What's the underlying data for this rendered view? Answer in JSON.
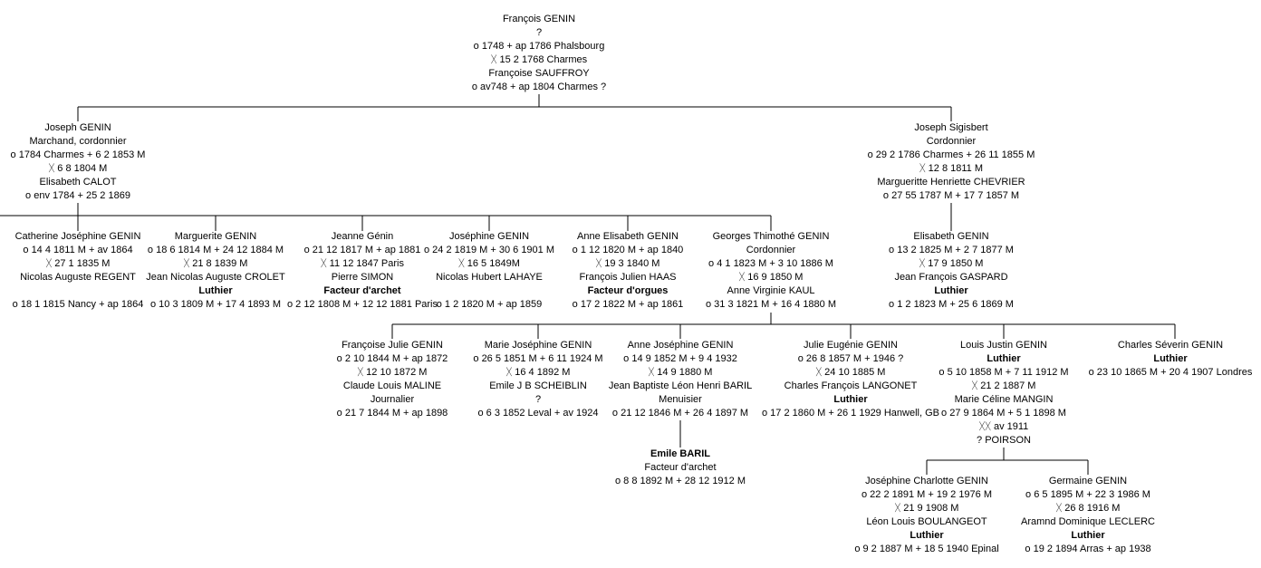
{
  "root": {
    "lines": [
      {
        "t": "François GENIN"
      },
      {
        "t": "?"
      },
      {
        "t": "o 1748 + ap 1786 Phalsbourg"
      },
      {
        "t": "ᚷ 15 2 1768 Charmes"
      },
      {
        "t": "Françoise SAUFFROY"
      },
      {
        "t": "o av748 + ap 1804 Charmes ?"
      }
    ]
  },
  "joseph": {
    "lines": [
      {
        "t": "Joseph GENIN"
      },
      {
        "t": "Marchand, cordonnier"
      },
      {
        "t": "o 1784 Charmes +  6 2 1853 M"
      },
      {
        "t": "ᚷ 6 8 1804 M"
      },
      {
        "t": "Elisabeth CALOT"
      },
      {
        "t": "o env 1784 + 25 2 1869"
      }
    ]
  },
  "josephSig": {
    "lines": [
      {
        "t": "Joseph Sigisbert"
      },
      {
        "t": "Cordonnier"
      },
      {
        "t": "o 29 2 1786 Charmes + 26 11 1855 M"
      },
      {
        "t": "ᚷ 12 8 1811 M"
      },
      {
        "t": "Margueritte Henriette CHEVRIER"
      },
      {
        "t": "o 27 55 1787 M + 17 7 1857 M"
      }
    ]
  },
  "catherine": {
    "lines": [
      {
        "t": "Catherine Joséphine GENIN"
      },
      {
        "t": "o 14 4 1811 M + av 1864"
      },
      {
        "t": "ᚷ 27 1 1835 M"
      },
      {
        "t": "Nicolas Auguste REGENT"
      },
      {
        "t": ""
      },
      {
        "t": "o 18 1 1815 Nancy + ap 1864"
      }
    ]
  },
  "marguerite": {
    "lines": [
      {
        "t": "Marguerite GENIN"
      },
      {
        "t": "o 18 6 1814 M + 24 12 1884 M"
      },
      {
        "t": "ᚷ 21 8 1839 M"
      },
      {
        "t": "Jean Nicolas Auguste CROLET"
      },
      {
        "t": "Luthier",
        "b": true
      },
      {
        "t": "o 10 3 1809 M + 17 4 1893 M"
      }
    ]
  },
  "jeanne": {
    "lines": [
      {
        "t": "Jeanne Génin"
      },
      {
        "t": "o 21 12 1817 M + ap 1881"
      },
      {
        "t": "ᚷ 11 12 1847 Paris"
      },
      {
        "t": "Pierre SIMON"
      },
      {
        "t": "Facteur d'archet",
        "b": true
      },
      {
        "t": "o 2 12 1808 M + 12 12 1881 Paris"
      }
    ]
  },
  "josephine": {
    "lines": [
      {
        "t": "Joséphine GENIN"
      },
      {
        "t": "o 24 2 1819 M + 30 6 1901 M"
      },
      {
        "t": "ᚷ 16 5 1849M"
      },
      {
        "t": "Nicolas Hubert LAHAYE"
      },
      {
        "t": ""
      },
      {
        "t": "o 1 2 1820 M + ap 1859"
      }
    ]
  },
  "anneElisabeth": {
    "lines": [
      {
        "t": "Anne Elisabeth GENIN"
      },
      {
        "t": "o 1 12 1820 M + ap 1840"
      },
      {
        "t": "ᚷ 19 3 1840 M"
      },
      {
        "t": "François Julien HAAS"
      },
      {
        "t": "Facteur d'orgues",
        "b": true
      },
      {
        "t": "o 17 2 1822 M + ap 1861"
      }
    ]
  },
  "georges": {
    "lines": [
      {
        "t": "Georges Thimothé GENIN"
      },
      {
        "t": "Cordonnier"
      },
      {
        "t": "o 4 1 1823 M + 3 10 1886 M"
      },
      {
        "t": "ᚷ 16 9 1850 M"
      },
      {
        "t": "Anne Virginie KAUL"
      },
      {
        "t": "o 31 3 1821 M + 16 4 1880 M"
      }
    ]
  },
  "elisabeth": {
    "lines": [
      {
        "t": "Elisabeth GENIN"
      },
      {
        "t": "o 13 2 1825 M + 2 7 1877 M"
      },
      {
        "t": "ᚷ 17 9 1850 M"
      },
      {
        "t": "Jean François GASPARD"
      },
      {
        "t": "Luthier",
        "b": true
      },
      {
        "t": "o 1 2 1823 M + 25 6 1869 M"
      }
    ]
  },
  "francoiseJulie": {
    "lines": [
      {
        "t": "Françoise Julie GENIN"
      },
      {
        "t": "o 2 10 1844 M + ap 1872"
      },
      {
        "t": "ᚷ 12 10 1872 M"
      },
      {
        "t": "Claude Louis MALINE"
      },
      {
        "t": "Journalier"
      },
      {
        "t": "o 21 7 1844 M + ap 1898"
      }
    ]
  },
  "marieJosephine": {
    "lines": [
      {
        "t": "Marie Joséphine GENIN"
      },
      {
        "t": "o 26 5 1851 M + 6 11 1924 M"
      },
      {
        "t": "ᚷ  16 4 1892 M"
      },
      {
        "t": "Emile J B SCHEIBLIN"
      },
      {
        "t": "?"
      },
      {
        "t": "o 6 3 1852 Leval + av 1924"
      }
    ]
  },
  "anneJosephine": {
    "lines": [
      {
        "t": "Anne Joséphine GENIN"
      },
      {
        "t": "o 14 9 1852 M + 9 4 1932"
      },
      {
        "t": "ᚷ 14 9 1880 M"
      },
      {
        "t": "Jean Baptiste Léon Henri BARIL"
      },
      {
        "t": "Menuisier"
      },
      {
        "t": "o 21 12 1846 M + 26 4 1897 M"
      }
    ]
  },
  "julie": {
    "lines": [
      {
        "t": "Julie Eugénie GENIN"
      },
      {
        "t": "o 26 8 1857 M + 1946 ?"
      },
      {
        "t": "ᚷ 24 10 1885 M"
      },
      {
        "t": "Charles François LANGONET"
      },
      {
        "t": "Luthier",
        "b": true
      },
      {
        "t": "o 17 2 1860 M + 26 1 1929 Hanwell, GB"
      }
    ]
  },
  "louis": {
    "lines": [
      {
        "t": "Louis Justin GENIN"
      },
      {
        "t": "Luthier",
        "b": true
      },
      {
        "t": "o 5 10 1858 M + 7 11 1912 M"
      },
      {
        "t": "ᚷ 21 2 1887 M"
      },
      {
        "t": "Marie Céline MANGIN"
      },
      {
        "t": "o 27 9 1864 M  + 5 1 1898 M"
      },
      {
        "t": "ᚷᚷ av 1911"
      },
      {
        "t": "? POIRSON"
      }
    ]
  },
  "charles": {
    "lines": [
      {
        "t": "Charles Séverin GENIN"
      },
      {
        "t": "Luthier",
        "b": true
      },
      {
        "t": "o 23 10 1865 M + 20 4 1907 Londres"
      }
    ]
  },
  "emile": {
    "lines": [
      {
        "t": "Emile BARIL",
        "b": true
      },
      {
        "t": "Facteur d'archet"
      },
      {
        "t": "o 8 8 1892 M + 28 12 1912 M"
      }
    ]
  },
  "josephineCharlotte": {
    "lines": [
      {
        "t": "Joséphine Charlotte GENIN"
      },
      {
        "t": "o 22 2 1891 M + 19 2 1976 M"
      },
      {
        "t": "ᚷ 21 9 1908 M"
      },
      {
        "t": "Léon Louis BOULANGEOT"
      },
      {
        "t": "Luthier",
        "b": true
      },
      {
        "t": "o 9 2 1887 M + 18 5 1940 Epinal"
      }
    ]
  },
  "germaine": {
    "lines": [
      {
        "t": "Germaine GENIN"
      },
      {
        "t": "o 6 5 1895 M + 22 3 1986 M"
      },
      {
        "t": "ᚷ 26 8 1916 M"
      },
      {
        "t": "Aramnd Dominique LECLERC"
      },
      {
        "t": "Luthier",
        "b": true
      },
      {
        "t": "o 19 2 1894 Arras + ap 1938"
      }
    ]
  }
}
